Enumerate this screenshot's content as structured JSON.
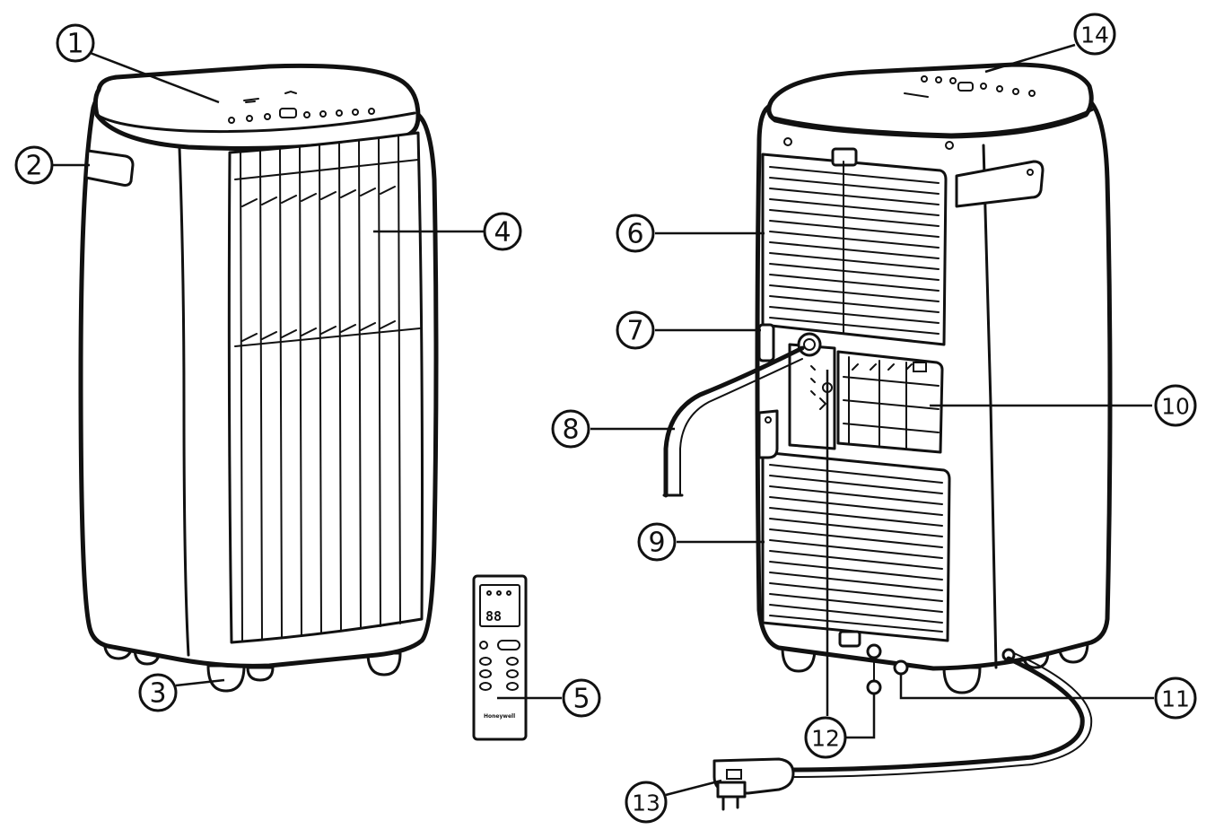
{
  "callouts": [
    {
      "id": 1,
      "label": "1"
    },
    {
      "id": 2,
      "label": "2"
    },
    {
      "id": 3,
      "label": "3"
    },
    {
      "id": 4,
      "label": "4"
    },
    {
      "id": 5,
      "label": "5"
    },
    {
      "id": 6,
      "label": "6"
    },
    {
      "id": 7,
      "label": "7"
    },
    {
      "id": 8,
      "label": "8"
    },
    {
      "id": 9,
      "label": "9"
    },
    {
      "id": 10,
      "label": "10"
    },
    {
      "id": 11,
      "label": "11"
    },
    {
      "id": 12,
      "label": "12"
    },
    {
      "id": 13,
      "label": "13"
    },
    {
      "id": 14,
      "label": "14"
    }
  ],
  "remote": {
    "brand": "Honeywell",
    "display_digits": "88"
  }
}
